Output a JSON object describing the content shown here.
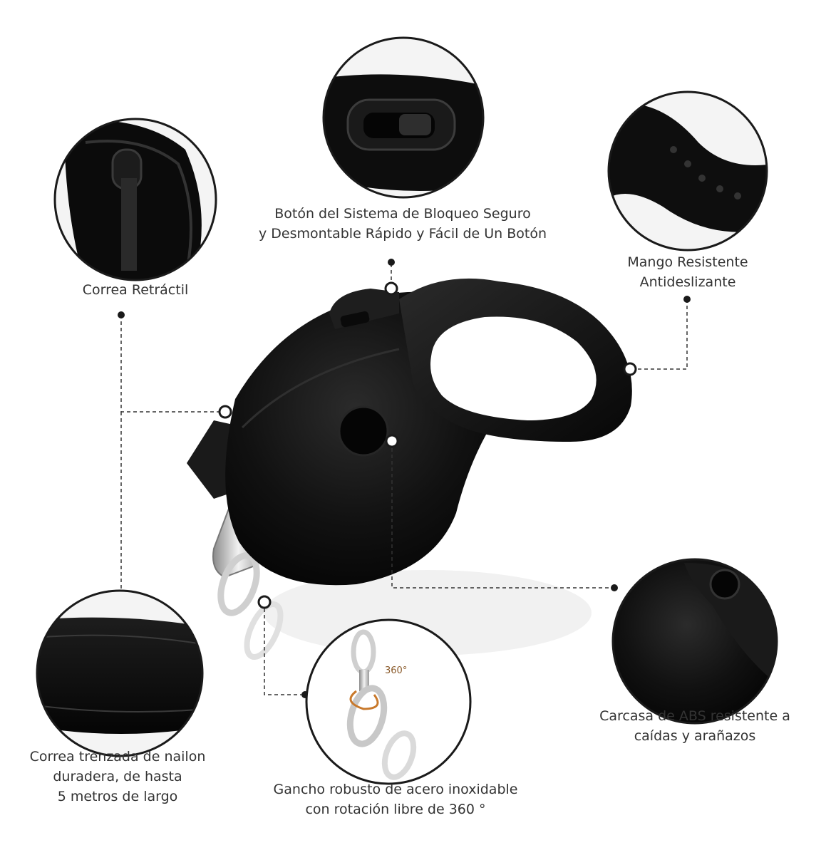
{
  "labels": {
    "correa_retractil": "Correa Retráctil",
    "boton": [
      "Botón del Sistema de Bloqueo Seguro",
      "y Desmontable Rápido y Fácil de Un Botón"
    ],
    "mango": [
      "Mango Resistente",
      "Antideslizante"
    ],
    "correa_trenzada": [
      "Correa trenzada de nailon",
      "duradera, de hasta",
      "5 metros de largo"
    ],
    "gancho": [
      "Gancho robusto de acero inoxidable",
      "con rotación libre de 360 °"
    ],
    "carcasa": [
      "Carcasa de ABS resistente a",
      "caídas y arañazos"
    ],
    "rotation_badge": "360°"
  },
  "colors": {
    "device": "#0c0c0c",
    "circle_border": "#1a1a1a",
    "connector": "#333333",
    "accent": "#c8782a"
  }
}
